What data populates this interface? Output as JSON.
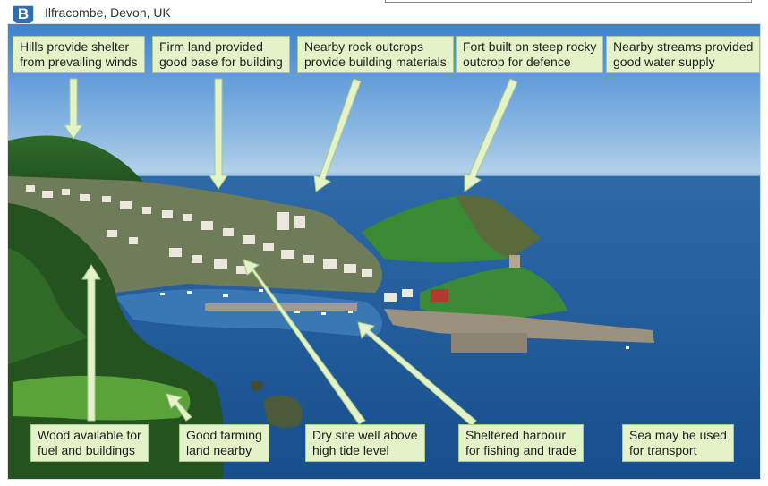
{
  "figure": {
    "badge": "B",
    "title": "Ilfracombe, Devon, UK"
  },
  "labels": {
    "hills": [
      "Hills provide shelter",
      "from prevailing winds"
    ],
    "firm_land": [
      "Firm land provided",
      "good base for building"
    ],
    "rock": [
      "Nearby rock outcrops",
      "provide building materials"
    ],
    "fort": [
      "Fort built on steep rocky",
      "outcrop for defence"
    ],
    "streams": [
      "Nearby streams provided",
      "good water supply"
    ],
    "wood": [
      "Wood available for",
      "fuel and buildings"
    ],
    "farming": [
      "Good farming",
      "land nearby"
    ],
    "dry_site": [
      "Dry site well above",
      "high tide level"
    ],
    "harbour": [
      "Sheltered harbour",
      "for fishing and trade"
    ],
    "sea": [
      "Sea may be used",
      "for transport"
    ]
  },
  "colors": {
    "badge": "#2f6db3",
    "label_fill": "#e4f2c8",
    "label_border": "#a9c98a",
    "arrow_fill": "#e4f2c8",
    "sky": "#6fa4d8",
    "sea": "#1f5ea0"
  }
}
